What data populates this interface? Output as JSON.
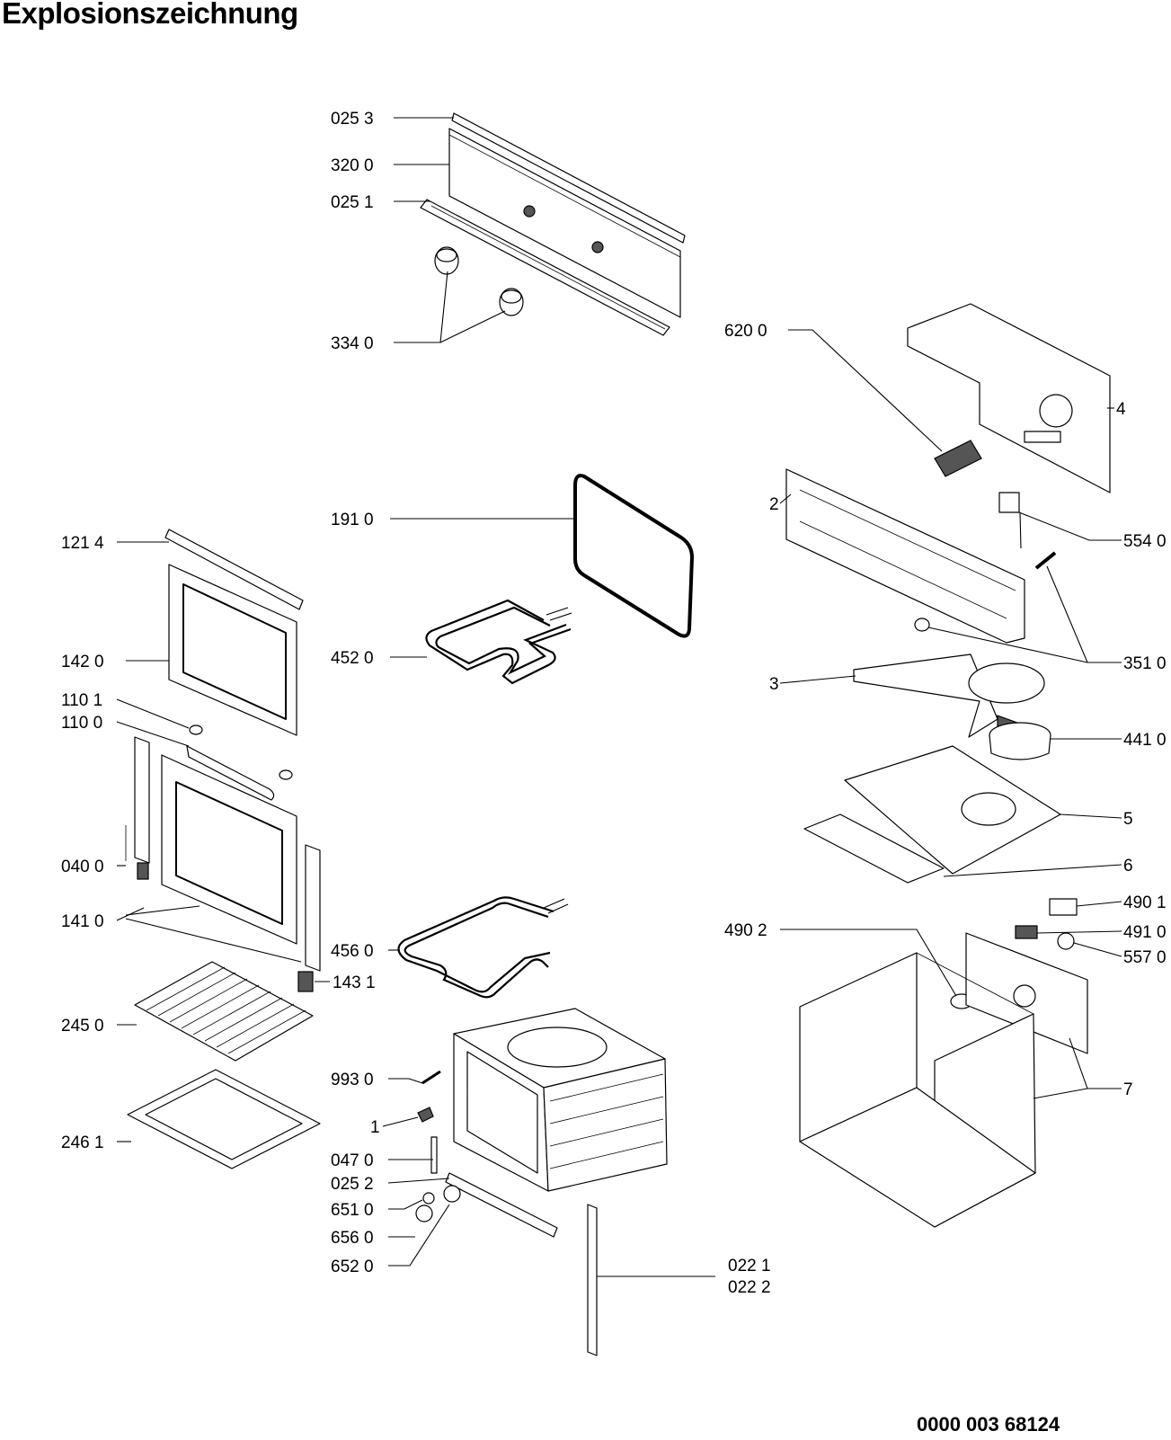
{
  "title": "Explosionszeichnung",
  "document_number": "0000 003 68124",
  "part_labels": [
    {
      "id": "l0253",
      "text": "025 3"
    },
    {
      "id": "l3200",
      "text": "320 0"
    },
    {
      "id": "l0251",
      "text": "025 1"
    },
    {
      "id": "l3340",
      "text": "334 0"
    },
    {
      "id": "l6200",
      "text": "620 0"
    },
    {
      "id": "l4",
      "text": "4"
    },
    {
      "id": "l2",
      "text": "2"
    },
    {
      "id": "l5540",
      "text": "554 0"
    },
    {
      "id": "l1910",
      "text": "191 0"
    },
    {
      "id": "l1214",
      "text": "121 4"
    },
    {
      "id": "l1420",
      "text": "142 0"
    },
    {
      "id": "l4520",
      "text": "452 0"
    },
    {
      "id": "l3510",
      "text": "351 0"
    },
    {
      "id": "l3",
      "text": "3"
    },
    {
      "id": "l1101",
      "text": "110 1"
    },
    {
      "id": "l1100",
      "text": "110 0"
    },
    {
      "id": "l4410",
      "text": "441 0"
    },
    {
      "id": "l5",
      "text": "5"
    },
    {
      "id": "l0400",
      "text": "040 0"
    },
    {
      "id": "l6",
      "text": "6"
    },
    {
      "id": "l1410",
      "text": "141 0"
    },
    {
      "id": "l4901",
      "text": "490 1"
    },
    {
      "id": "l4902",
      "text": "490 2"
    },
    {
      "id": "l4910",
      "text": "491 0"
    },
    {
      "id": "l4560",
      "text": "456 0"
    },
    {
      "id": "l5570",
      "text": "557 0"
    },
    {
      "id": "l1431",
      "text": "143 1"
    },
    {
      "id": "l2450",
      "text": "245 0"
    },
    {
      "id": "l9930",
      "text": "993 0"
    },
    {
      "id": "l1",
      "text": "1"
    },
    {
      "id": "l7",
      "text": "7"
    },
    {
      "id": "l2461",
      "text": "246 1"
    },
    {
      "id": "l0470",
      "text": "047 0"
    },
    {
      "id": "l0252",
      "text": "025 2"
    },
    {
      "id": "l6510",
      "text": "651 0"
    },
    {
      "id": "l6560",
      "text": "656 0"
    },
    {
      "id": "l6520",
      "text": "652 0"
    },
    {
      "id": "l0221",
      "text": "022 1"
    },
    {
      "id": "l0222",
      "text": "022 2"
    }
  ]
}
